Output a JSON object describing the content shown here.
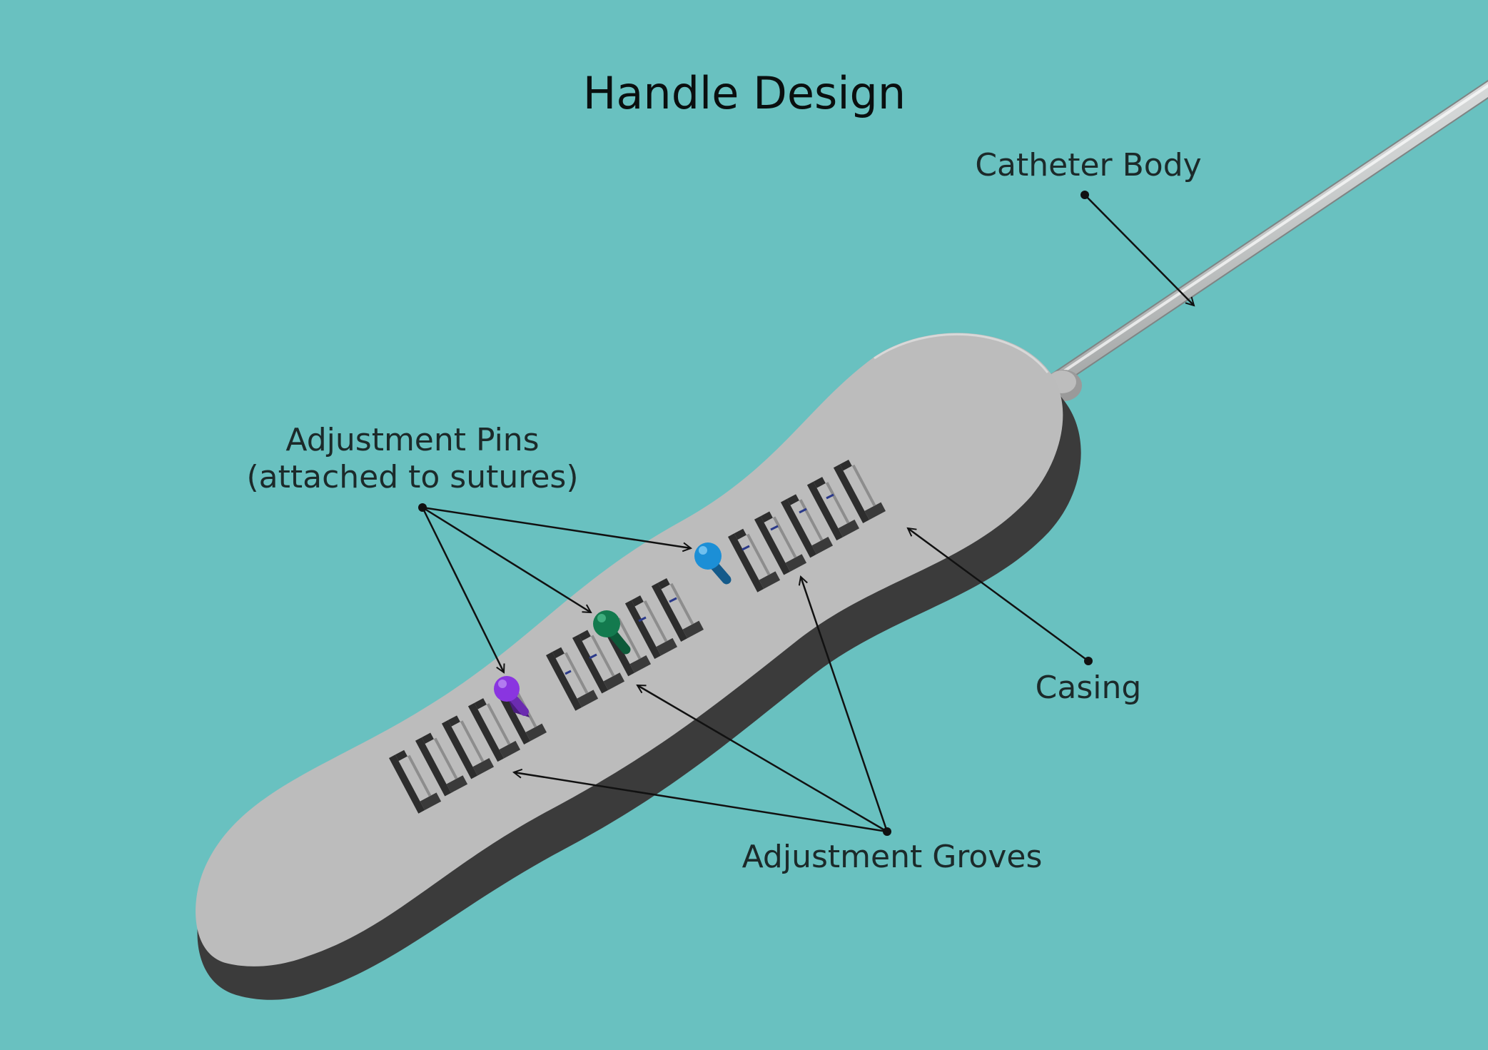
{
  "title": "Handle Design",
  "labels": {
    "catheter_body": "Catheter Body",
    "adjustment_pins_line1": "Adjustment Pins",
    "adjustment_pins_line2": "(attached to sutures)",
    "casing": "Casing",
    "adjustment_groves": "Adjustment Groves"
  },
  "colors": {
    "background": "#69c1c0",
    "casing": "#bcbcbc",
    "casing_shadow": "#3a3a3a",
    "pin_purple": "#8a35e0",
    "pin_green": "#137a4e",
    "pin_blue": "#1c8fd6",
    "leader_line": "#111111"
  }
}
